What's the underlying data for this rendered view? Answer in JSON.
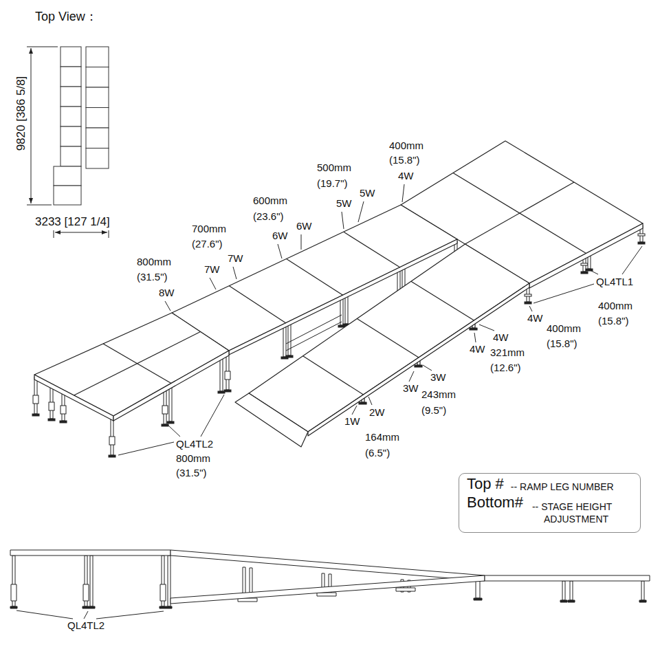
{
  "diagram": {
    "title": "Top View：",
    "nodes": [
      {
        "text": [
          "Top #",
          "-- RAMP LEG NUMBER",
          "Bottom#",
          "-- STAGE HEIGHT ADJUSTMENT"
        ]
      }
    ],
    "labels": [
      "9820 [386 5/8]",
      "3233 [127 1/4]",
      "400mm",
      "(15.8\")",
      "4W",
      "500mm",
      "(19.7\")",
      "5W",
      "5W",
      "600mm",
      "(23.6\")",
      "6W",
      "6W",
      "700mm",
      "(27.6\")",
      "7W",
      "7W",
      "800mm",
      "(31.5\")",
      "8W",
      "QL4TL1",
      "400mm",
      "(15.8\")",
      "4W",
      "400mm",
      "(15.8\")",
      "4W",
      "4W",
      "321mm",
      "(12.6\")",
      "3W",
      "3W",
      "243mm",
      "(9.5\")",
      "1W",
      "2W",
      "164mm",
      "(6.5\")",
      "QL4TL2",
      "800mm",
      "(31.5\")",
      "QL4TL2"
    ]
  }
}
